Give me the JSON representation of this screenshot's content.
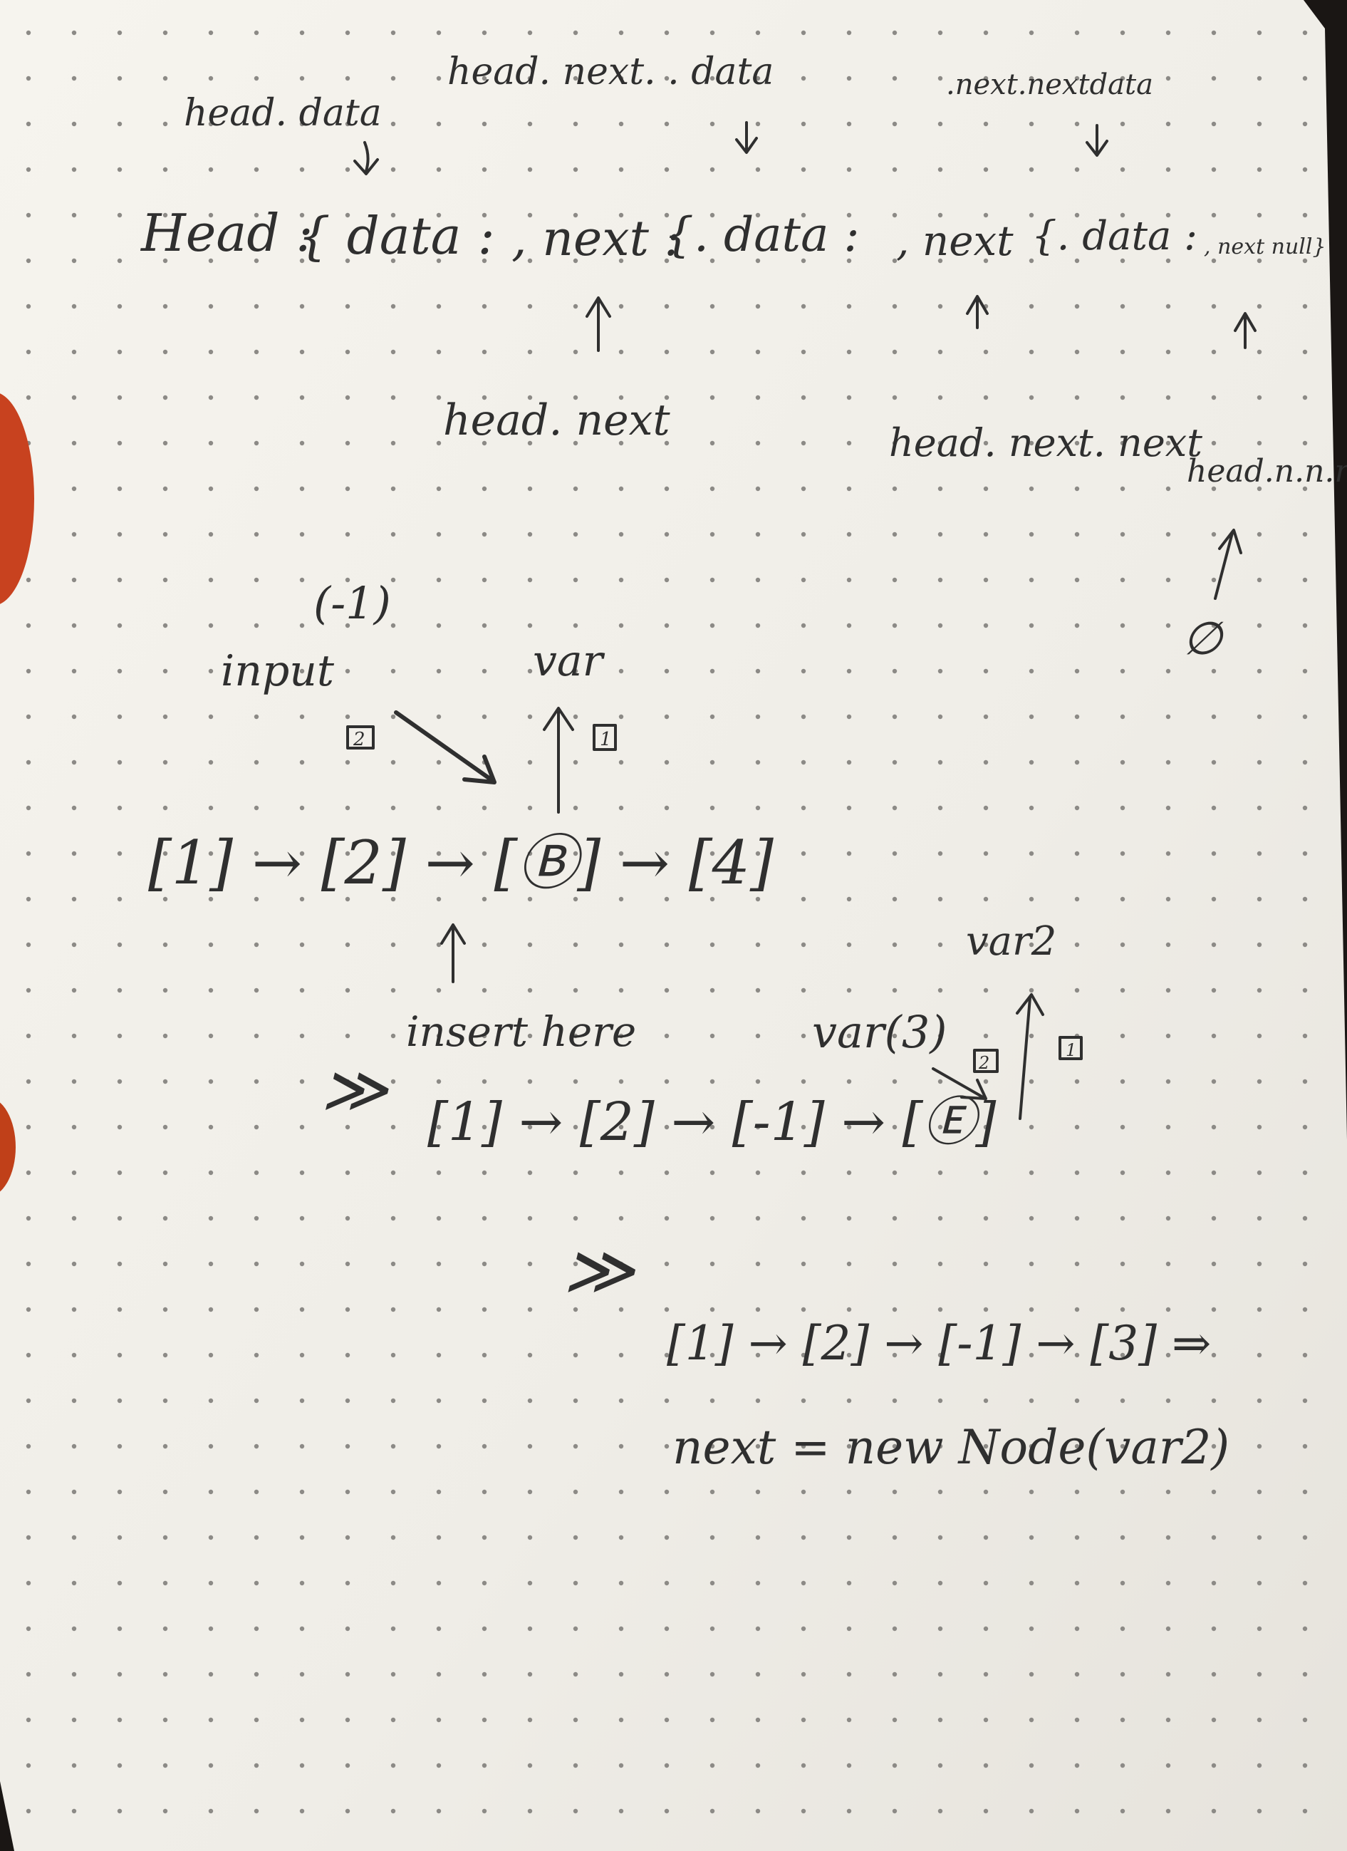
{
  "notes": {
    "top_labels": {
      "head_data": "head. data",
      "head_next_data": "head. next. . data",
      "next_next_data": ".next.nextdata"
    },
    "head_line": {
      "head": "Head :",
      "obj1": "{ data :",
      "next1": ", next :",
      "obj2": "{. data :",
      "next2": ", next",
      "obj3": "{. data :",
      "next3": ", next null}"
    },
    "pointer_labels": {
      "head_next": "head. next",
      "head_next_next": "head. next. next",
      "head_n_n_n": "head.n.n.n"
    },
    "null_symbol": "∅",
    "diagram1": {
      "value_label": "(-1)",
      "input_label": "input",
      "var_label": "var",
      "box_2": "2",
      "box_1": "1",
      "list": "[1] → [2] → [Ⓑ] → [4]",
      "insert_label": "insert here"
    },
    "diagram2": {
      "var2_label": "var2",
      "var3_label": "var(3)",
      "box_2": "2",
      "box_1": "1",
      "arrow_sign": "≫",
      "list": "[1] → [2] → [-1] → [Ⓔ]"
    },
    "diagram3": {
      "arrow_sign": "≫",
      "list": "[1] → [2] → [-1] → [3] ⇒",
      "code": "next = new Node(var2)"
    }
  },
  "colors": {
    "paper": "#f2f0ea",
    "ink": "#2f2f2f",
    "dots": "#8c8a86",
    "finger": "#c8421f",
    "background": "#1a1614"
  }
}
